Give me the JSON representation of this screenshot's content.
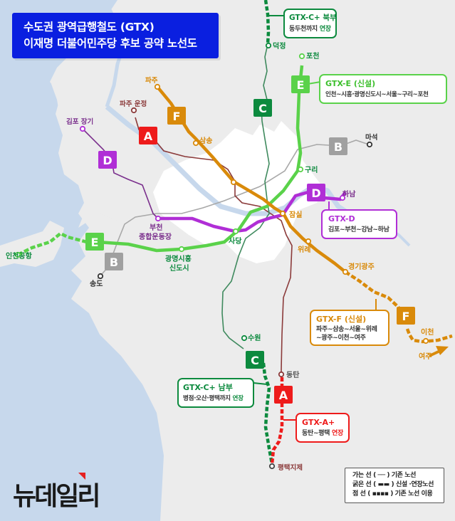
{
  "title": {
    "line1": "수도권 광역급행철도 (GTX)",
    "line2": "이재명 더불어민주당 후보 공약 노선도"
  },
  "colors": {
    "sea": "#c7d8ec",
    "land": "#ececec",
    "seoul": "#ffffff",
    "river": "#c7d8ec",
    "gtx_a": "#ee1b1b",
    "gtx_a_line": "#8b3a3a",
    "gtx_b": "#a0a0a0",
    "gtx_c": "#0c8a3e",
    "gtx_c_line": "#3f8a5e",
    "gtx_d": "#b02ed6",
    "gtx_d_line": "#7a2f8c",
    "gtx_e": "#5ad24a",
    "gtx_f": "#d98a0a",
    "title_bg": "#0a1fe0"
  },
  "line_badges": [
    {
      "id": "A",
      "label": "A"
    },
    {
      "id": "B",
      "label": "B"
    },
    {
      "id": "C",
      "label": "C"
    },
    {
      "id": "D",
      "label": "D"
    },
    {
      "id": "E",
      "label": "E"
    },
    {
      "id": "F",
      "label": "F"
    }
  ],
  "stations": {
    "deokjeong": "덕정",
    "pocheon": "포천",
    "paju": "파주",
    "paju_unjeong": "파주 운정",
    "gimpo_janggi": "김포 장기",
    "samsong": "삼송",
    "maseok": "마석",
    "guri": "구리",
    "hanam": "하남",
    "jamsil": "잠실",
    "bucheon_stadium_1": "부천",
    "bucheon_stadium_2": "종합운동장",
    "sadang": "사당",
    "wirye": "위례",
    "incheon_airport": "인천공항",
    "gwangmyeong_1": "광명시흥",
    "gwangmyeong_2": "신도시",
    "songdo": "송도",
    "gyeonggi_gwangju": "경기광주",
    "icheon": "이천",
    "yeoju": "여주",
    "suwon": "수원",
    "dongtan": "동탄",
    "pyeongtaek_jije": "평택지제"
  },
  "callouts": {
    "gtx_c_north": {
      "title": "GTX-C+ 북부",
      "desc_pre": "동두천까지 ",
      "desc_hl": "연장"
    },
    "gtx_e": {
      "title": "GTX-E (신설)",
      "desc": "인천~시흥·광명신도시~서울~구리~포천"
    },
    "gtx_d": {
      "title": "GTX-D",
      "desc": "김포~부천~강남~하남"
    },
    "gtx_f": {
      "title": "GTX-F (신설)",
      "desc1": "파주~삼송~서울~위례",
      "desc2": "~광주~이천~여주"
    },
    "gtx_c_south": {
      "title": "GTX-C+ 남부",
      "desc_pre": "병점·오산·평택까지 ",
      "desc_hl": "연장"
    },
    "gtx_a_plus": {
      "title": "GTX-A+",
      "desc_pre": "동탄~평택 ",
      "desc_hl": "연장"
    }
  },
  "legend": {
    "row1": "가는 선 ( ── ) 기존 노선",
    "row2": "굵은 선 ( ▬▬ ) 신설 ·연장노선",
    "row3": "점    선 ( ▪▪▪▪ ) 기존 노선 이용"
  },
  "logo": {
    "text": "뉴데일리"
  }
}
